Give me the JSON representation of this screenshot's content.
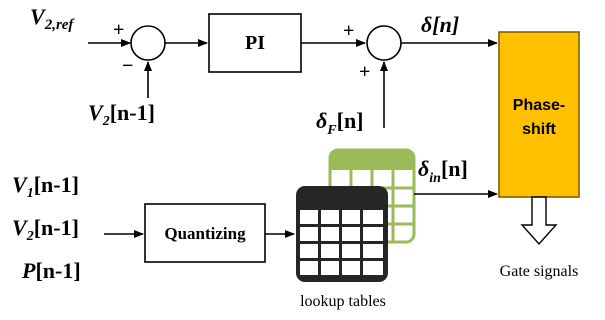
{
  "signals": {
    "v2ref_main": "V",
    "v2ref_sub": "2,ref",
    "v2_fb_main": "V",
    "v2_fb_sub": "2",
    "v2_fb_arg": "[n-1]",
    "delta": "δ[n]",
    "deltaF_main": "δ",
    "deltaF_sub": "F",
    "deltaF_arg": "[n]",
    "deltaIn_main": "δ",
    "deltaIn_sub": "in",
    "deltaIn_arg": "[n]",
    "v1_main": "V",
    "v1_sub": "1",
    "v1_arg": "[n-1]",
    "v2_main": "V",
    "v2_sub": "2",
    "v2_arg": "[n-1]",
    "p_main": "P",
    "p_arg": "[n-1]"
  },
  "signs": {
    "sum1_plus": "+",
    "sum1_minus": "−",
    "sum2_plus_left": "+",
    "sum2_plus_bottom": "+"
  },
  "blocks": {
    "pi": "PI",
    "quantizing": "Quantizing",
    "phase_line1": "Phase-",
    "phase_line2": "shift"
  },
  "captions": {
    "gate_signals": "Gate signals",
    "lookup_tables": "lookup tables"
  },
  "colors": {
    "phase_fill": "#FFC000",
    "phase_border": "#7F6000",
    "table_green": "#9BBB59",
    "table_black": "#262626"
  }
}
